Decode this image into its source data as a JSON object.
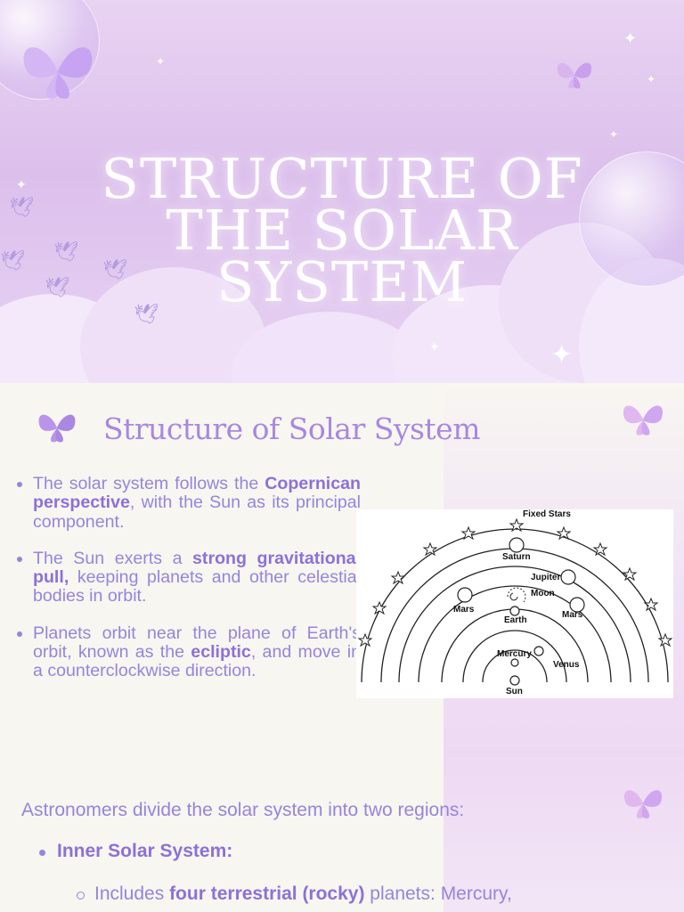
{
  "hero": {
    "title_lines": [
      "STRUCTURE OF",
      "THE SOLAR",
      "SYSTEM"
    ]
  },
  "section": {
    "heading": "Structure of Solar System"
  },
  "bullets": [
    {
      "pre": "The solar system follows the ",
      "bold": "Copernican perspective",
      "post": ", with the Sun as its principal component."
    },
    {
      "pre": "The Sun exerts a ",
      "bold": "strong gravitational pull,",
      "post": " keeping planets and other celestial bodies in orbit."
    },
    {
      "pre": "Planets orbit near the plane of Earth's orbit, known as the ",
      "bold": "ecliptic",
      "post": ", and move in a counterclockwise direction."
    }
  ],
  "diagram": {
    "labels": {
      "fixed_stars": "Fixed Stars",
      "saturn": "Saturn",
      "jupiter": "Jupiter",
      "moon": "Moon",
      "mars_left": "Mars",
      "earth": "Earth",
      "mars_right": "Mars",
      "mercury": "Mercury",
      "venus": "Venus",
      "sun": "Sun"
    }
  },
  "regions": {
    "intro": "Astronomers divide the solar system into two regions:",
    "inner_label": "Inner Solar System:",
    "inner_sub": {
      "pre": "Includes ",
      "bold": "four terrestrial (rocky)",
      "post": " planets: Mercury,"
    }
  },
  "colors": {
    "accent_text": "#9585dc",
    "accent_bold": "#8c71d7",
    "heading": "#a888e0"
  }
}
